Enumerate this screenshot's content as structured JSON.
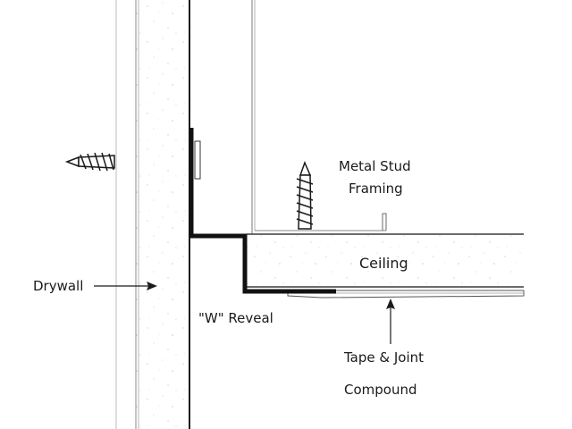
{
  "labels": {
    "metal_stud_line1": "Metal Stud",
    "metal_stud_line2": "Framing",
    "ceiling": "Ceiling",
    "drywall": "Drywall",
    "w_reveal": "\"W\" Reveal",
    "tape_line1": "Tape & Joint",
    "tape_line2": "Compound"
  },
  "colors": {
    "line": "#1a1a1a",
    "speckle": "#c8c8c8",
    "background": "#ffffff"
  }
}
